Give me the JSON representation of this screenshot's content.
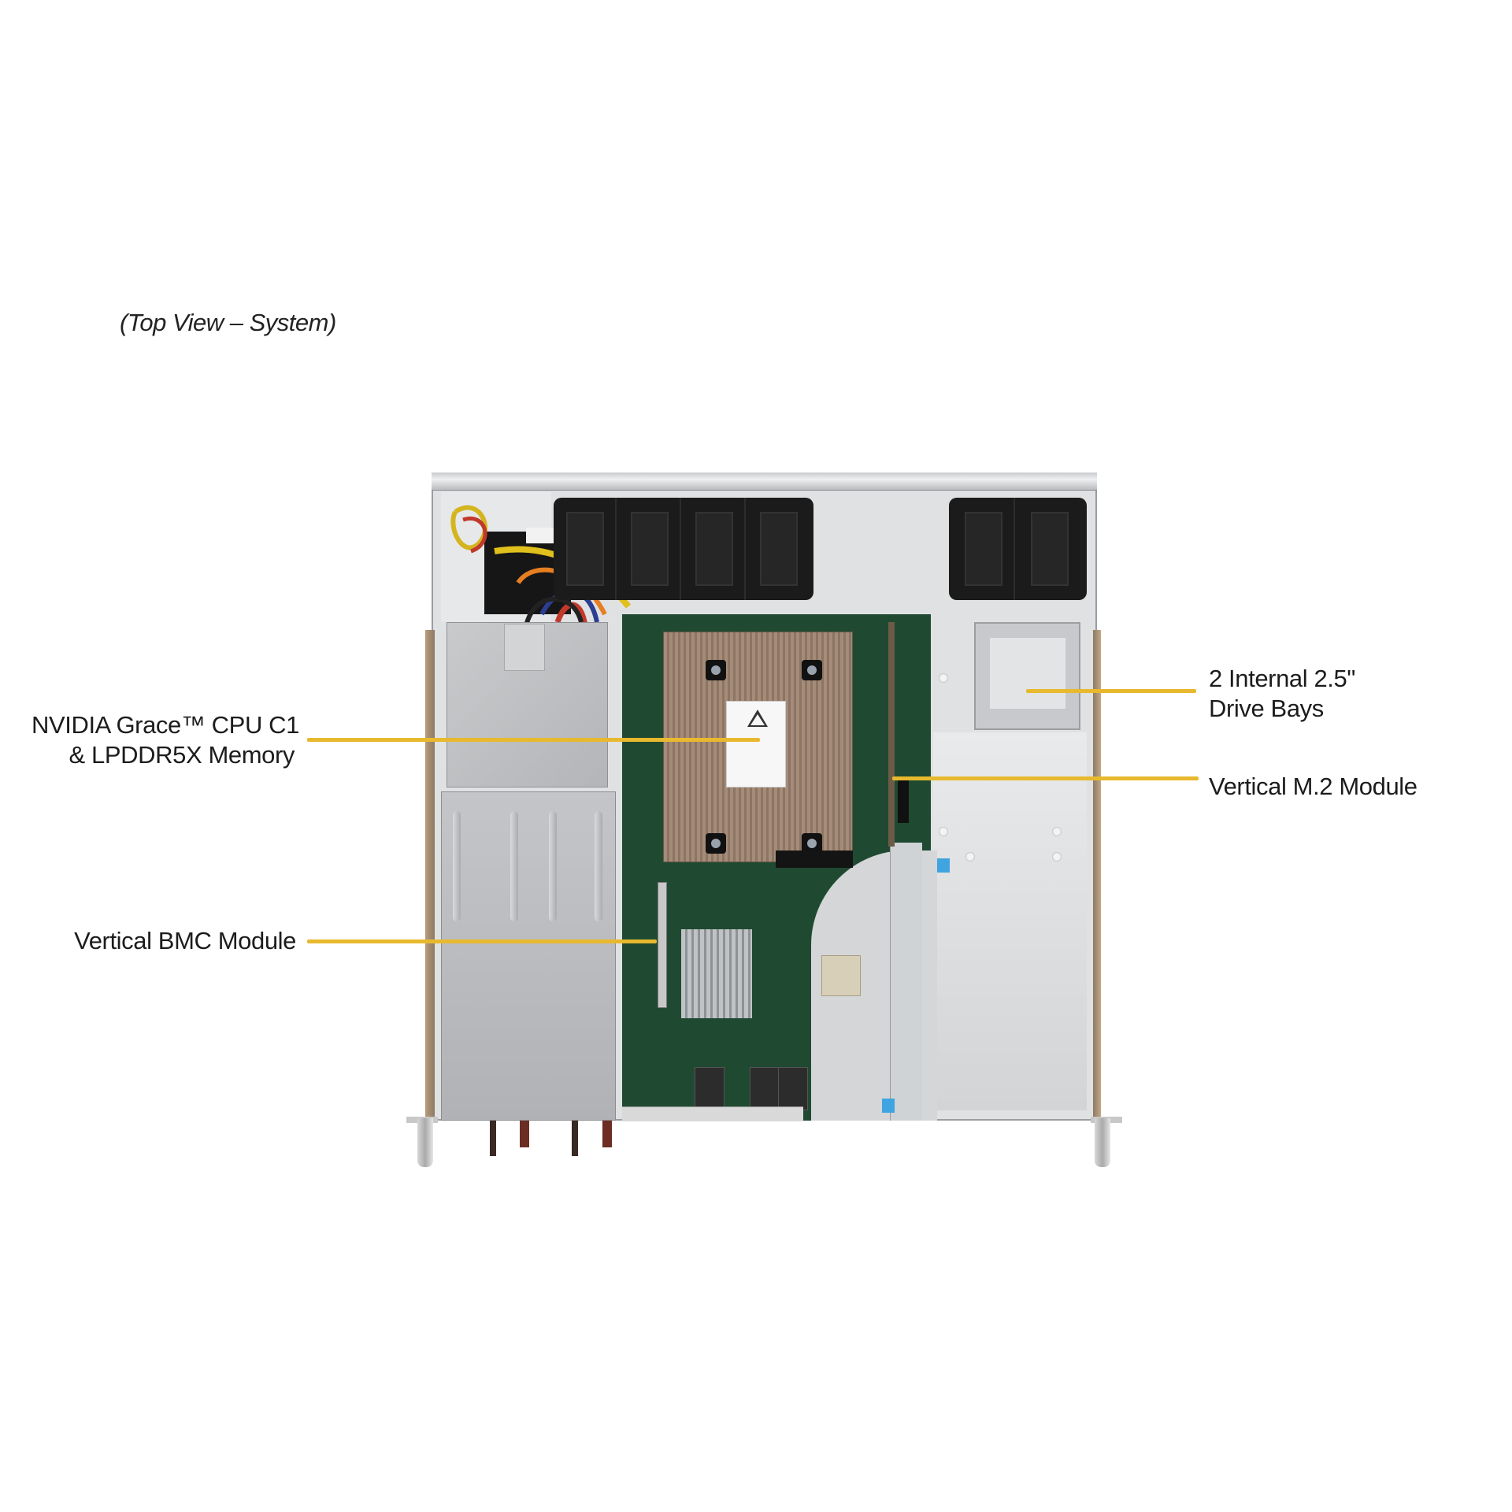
{
  "figure": {
    "caption": "(Top View – System)",
    "subject": "1U server chassis, top view",
    "callout_color": "#E8B92E"
  },
  "callouts": [
    {
      "id": "cpu",
      "lines": [
        "NVIDIA Grace™ CPU C1",
        "& LPDDR5X Memory"
      ],
      "side": "left"
    },
    {
      "id": "bmc",
      "lines": [
        "Vertical BMC Module"
      ],
      "side": "left"
    },
    {
      "id": "drive-bays",
      "lines": [
        "2 Internal 2.5\"",
        "Drive Bays"
      ],
      "side": "right"
    },
    {
      "id": "m2",
      "lines": [
        "Vertical M.2 Module"
      ],
      "side": "right"
    }
  ],
  "components": {
    "fans": 6,
    "lan_ports": 3
  }
}
